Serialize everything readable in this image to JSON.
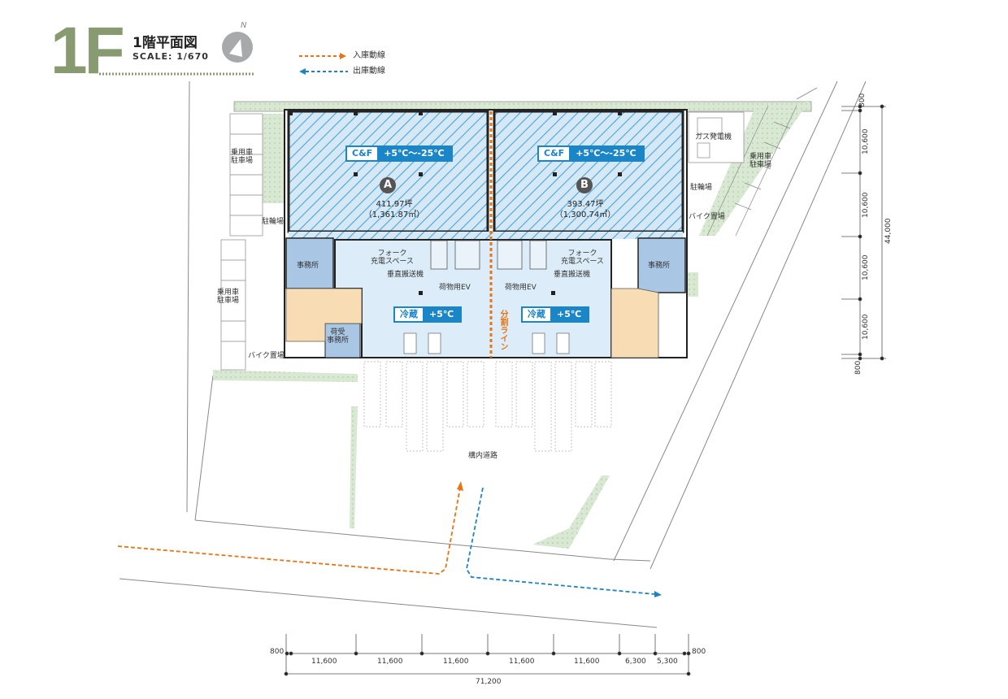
{
  "header": {
    "floor_label": "1F",
    "title": "1階平面図",
    "scale": "SCALE: 1/670",
    "north_label": "N"
  },
  "legend": {
    "inbound": "入庫動線",
    "outbound": "出庫動線",
    "inbound_color": "#e87511",
    "outbound_color": "#1a86c8"
  },
  "zones": {
    "a": {
      "id": "A",
      "type": "C&F",
      "temp": "+5℃〜-25℃",
      "area_tsubo": "411.97坪",
      "area_m2": "（1,361.87㎡）"
    },
    "b": {
      "id": "B",
      "type": "C&F",
      "temp": "+5℃〜-25℃",
      "area_tsubo": "393.47坪",
      "area_m2": "（1,300.74㎡）"
    },
    "chill_left": {
      "type": "冷蔵",
      "temp": "+5℃"
    },
    "chill_right": {
      "type": "冷蔵",
      "temp": "+5℃"
    }
  },
  "labels": {
    "office": "事務所",
    "receiving_office": "荷受\n事務所",
    "fork_charge": "フォーク\n充電スペース",
    "vertical_conveyor": "垂直搬送機",
    "freight_ev": "荷物用EV",
    "split_line": "分割ライン",
    "car_parking": "乗用車\n駐車場",
    "bicycle_parking": "駐輪場",
    "bike_parking": "バイク置場",
    "gas_generator": "ガス発電機",
    "internal_road": "構内道路"
  },
  "dimensions": {
    "bottom": [
      "800",
      "11,600",
      "11,600",
      "11,600",
      "11,600",
      "11,600",
      "6,300",
      "5,300",
      "800"
    ],
    "bottom_total": "71,200",
    "right": [
      "800",
      "10,600",
      "10,600",
      "10,600",
      "10,600",
      "800"
    ],
    "right_total": "44,000"
  }
}
